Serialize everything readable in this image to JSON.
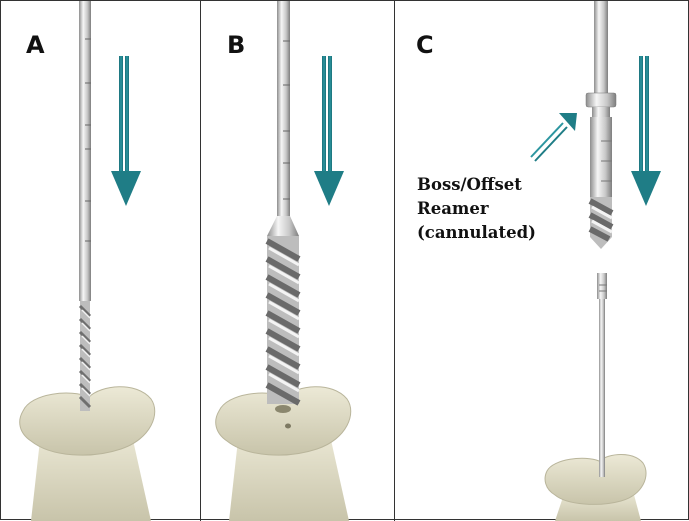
{
  "panels": [
    {
      "letter": "A"
    },
    {
      "letter": "B"
    },
    {
      "letter": "C"
    }
  ],
  "callout": {
    "lines": [
      "Boss/Offset",
      "Reamer",
      "(cannulated)"
    ]
  },
  "colors": {
    "arrow": "#1f7d86",
    "bone": "#e4e1cc",
    "bone_shadow": "#c9c5ac",
    "metal_light": "#f4f4f4",
    "metal_dark": "#9a9a9a",
    "panel_border": "#333333"
  }
}
